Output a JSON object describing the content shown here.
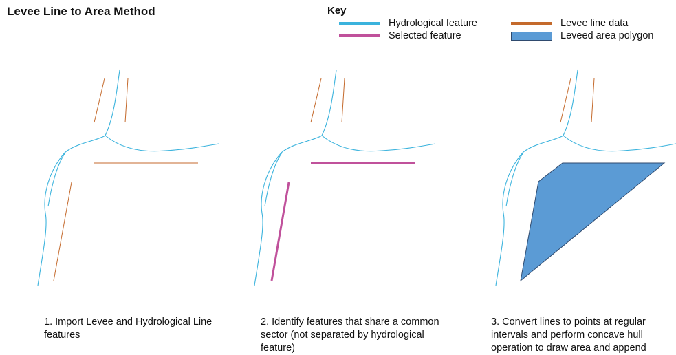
{
  "title": "Levee Line to Area Method",
  "key": {
    "title": "Key",
    "items": [
      {
        "label": "Hydrological feature",
        "type": "line",
        "color": "#3bb3dd"
      },
      {
        "label": "Selected feature",
        "type": "line",
        "color": "#c0519b"
      },
      {
        "label": "Levee line data",
        "type": "line",
        "color": "#c46a2c"
      },
      {
        "label": "Leveed area polygon",
        "type": "box",
        "color": "#5b9bd5"
      }
    ]
  },
  "colors": {
    "hydro": "#3bb3dd",
    "levee": "#c46a2c",
    "selected": "#c0519b",
    "polygon_fill": "#5b9bd5",
    "polygon_stroke": "#2f4a6e"
  },
  "steps": [
    {
      "caption": "1. Import Levee and Hydrological Line features"
    },
    {
      "caption": "2. Identify features that share a common sector (not separated by hydrological feature)"
    },
    {
      "caption": "3. Convert lines to points at regular intervals and perform concave hull operation to draw area and append"
    }
  ]
}
